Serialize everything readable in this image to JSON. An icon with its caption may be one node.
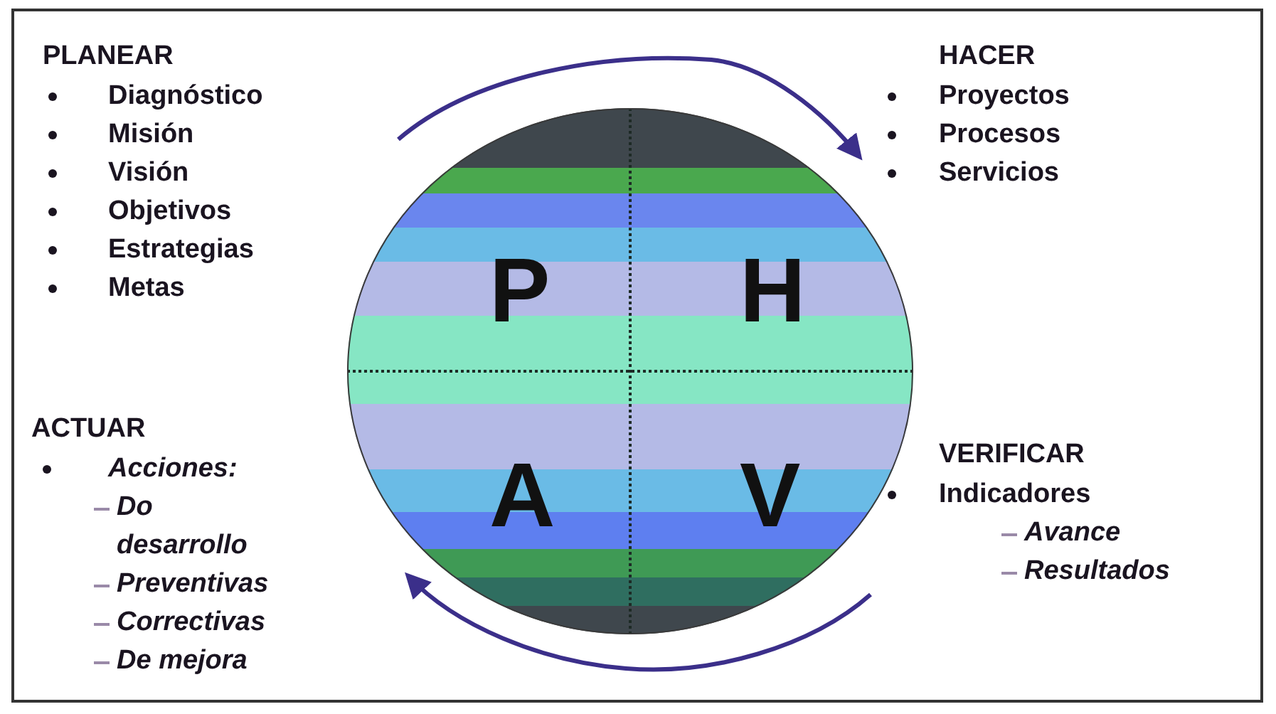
{
  "diagram": {
    "nodes": [
      {
        "text": [
          "PLANEAR",
          "Diagnóstico",
          "Misión",
          "Visión",
          "Objetivos",
          "Estrategias",
          "Metas"
        ]
      },
      {
        "text": [
          "HACER",
          "Proyectos",
          "Procesos",
          "Servicios"
        ]
      },
      {
        "text": [
          "P",
          "H",
          "A",
          "V"
        ]
      },
      {
        "text": [
          "ACTUAR",
          "Acciones:",
          "Do desarrollo",
          "Preventivas",
          "Correctivas",
          "De mejora"
        ]
      },
      {
        "text": [
          "VERIFICAR",
          "Indicadores",
          "Avance",
          "Resultados"
        ]
      }
    ]
  }
}
